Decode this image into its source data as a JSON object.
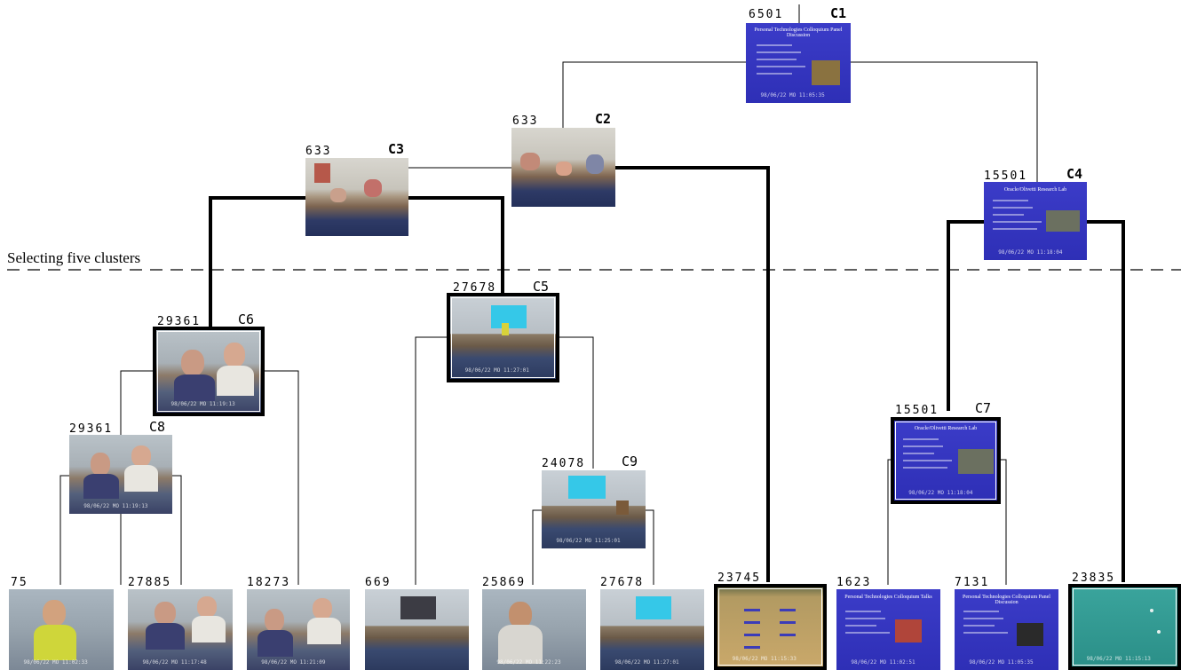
{
  "annotation": "Selecting five clusters",
  "clusters": [
    {
      "id": "C1",
      "count": "6501",
      "bold": true
    },
    {
      "id": "C2",
      "count": "633",
      "bold": true
    },
    {
      "id": "C3",
      "count": "633",
      "bold": true
    },
    {
      "id": "C4",
      "count": "15501",
      "bold": true
    },
    {
      "id": "C5",
      "count": "27678",
      "bold": false
    },
    {
      "id": "C6",
      "count": "29361",
      "bold": false
    },
    {
      "id": "C7",
      "count": "15501",
      "bold": false
    },
    {
      "id": "C8",
      "count": "29361",
      "bold": false
    },
    {
      "id": "C9",
      "count": "24078",
      "bold": false
    }
  ],
  "leaves": [
    {
      "count": "75"
    },
    {
      "count": "27885"
    },
    {
      "count": "18273"
    },
    {
      "count": "669"
    },
    {
      "count": "25869"
    },
    {
      "count": "27678"
    },
    {
      "count": "23745"
    },
    {
      "count": "1623"
    },
    {
      "count": "7131"
    },
    {
      "count": "23835"
    }
  ],
  "timestamps": {
    "c1": "98/06/22 MO 11:05:35",
    "c4": "98/06/22 MO 11:18:04",
    "c7": "98/06/22 MO 11:18:04",
    "c6": "98/06/22 MO 11:19:13",
    "c8": "98/06/22 MO 11:19:13",
    "c5": "98/06/22 MO 11:27:01",
    "c9": "98/06/22 MO 11:25:01",
    "l1": "98/06/22 MO 11:02:33",
    "l2": "98/06/22 MO 11:17:48",
    "l3": "98/06/22 MO 11:21:09",
    "l5": "98/06/22 MO 11:22:23",
    "l6": "98/06/22 MO 11:27:01",
    "l7": "98/06/22 MO 11:15:33",
    "l8": "98/06/22 MO 11:02:51",
    "l9": "98/06/22 MO 11:05:35",
    "l10": "98/06/22 MO 11:15:13"
  },
  "slide_titles": {
    "c1": "Personal Technologies Colloquium Panel Discussion",
    "c4": "Oracle/Olivetti Research Lab",
    "c7": "Oracle/Olivetti Research Lab",
    "l8": "Personal Technologies Colloquium Talks",
    "l9": "Personal Technologies Colloquium Panel Discussion"
  },
  "colors": {
    "slide": "#3434c4",
    "teal": "#2f968e",
    "line": "#000000"
  }
}
